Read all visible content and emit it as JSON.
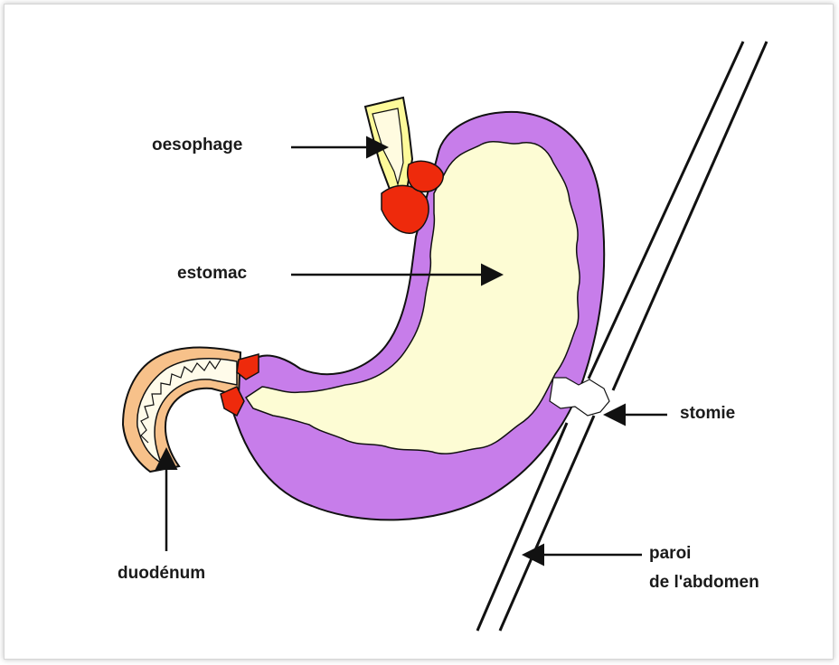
{
  "labels": {
    "oesophage": "oesophage",
    "estomac": "estomac",
    "stomie": "stomie",
    "duodenum": "duodénum",
    "paroi_line1": "paroi",
    "paroi_line2": "de l'abdomen"
  },
  "colors": {
    "stomach_wall": "#c77dea",
    "stomach_interior": "#fdfcd4",
    "sphincter": "#ee2a0c",
    "duodenum": "#f7c18a",
    "oesophagus_tube": "#fdfa9a",
    "outline": "#111111"
  }
}
